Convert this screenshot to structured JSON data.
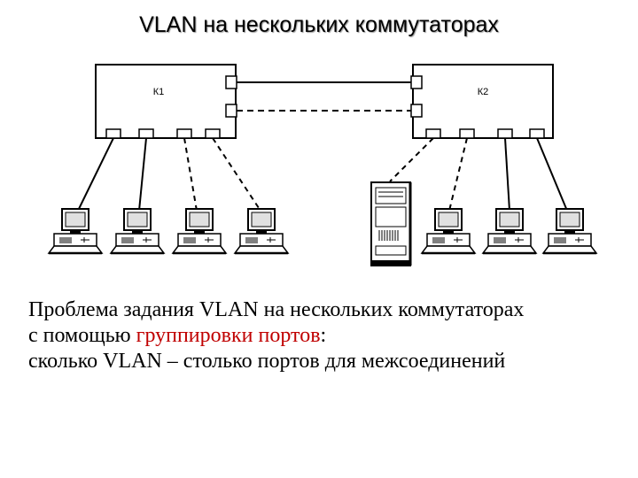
{
  "title": "VLAN на нескольких коммутаторах",
  "diagram": {
    "switches": [
      {
        "id": "K1",
        "label": "К1"
      },
      {
        "id": "K2",
        "label": "К2"
      }
    ],
    "server_icon": "server-tower-icon",
    "workstation_icon": "desktop-computer-icon",
    "link_styles": [
      "solid",
      "dashed"
    ]
  },
  "caption": {
    "line1": "Проблема задания VLAN на нескольких коммутаторах",
    "line2_prefix": "с помощью ",
    "line2_highlight": "группировки портов",
    "line2_suffix": ":",
    "line3": "сколько VLAN – столько портов для межсоединений",
    "highlight_color": "#c00000"
  }
}
